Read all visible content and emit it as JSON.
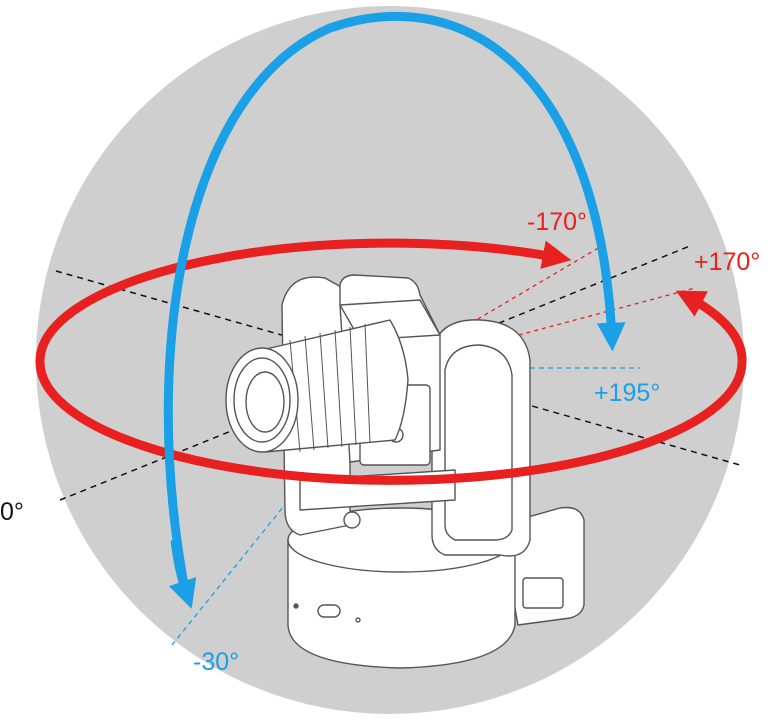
{
  "colors": {
    "sphere": "#cfcfcf",
    "pan": "#e8201f",
    "tilt": "#19a0e6",
    "body": "#ffffff",
    "outline": "#555555"
  },
  "labels": {
    "pan_zero": "0°",
    "pan_minus": "-170°",
    "pan_plus": "+170°",
    "tilt_plus": "+195°",
    "tilt_minus": "-30°"
  },
  "diagram": {
    "pan_range": [
      "-170°",
      "+170°"
    ],
    "tilt_range": [
      "-30°",
      "+195°"
    ],
    "subject": "ptz-camera",
    "icons": [
      "pan-arrow",
      "tilt-arrow",
      "camera-illustration"
    ]
  }
}
